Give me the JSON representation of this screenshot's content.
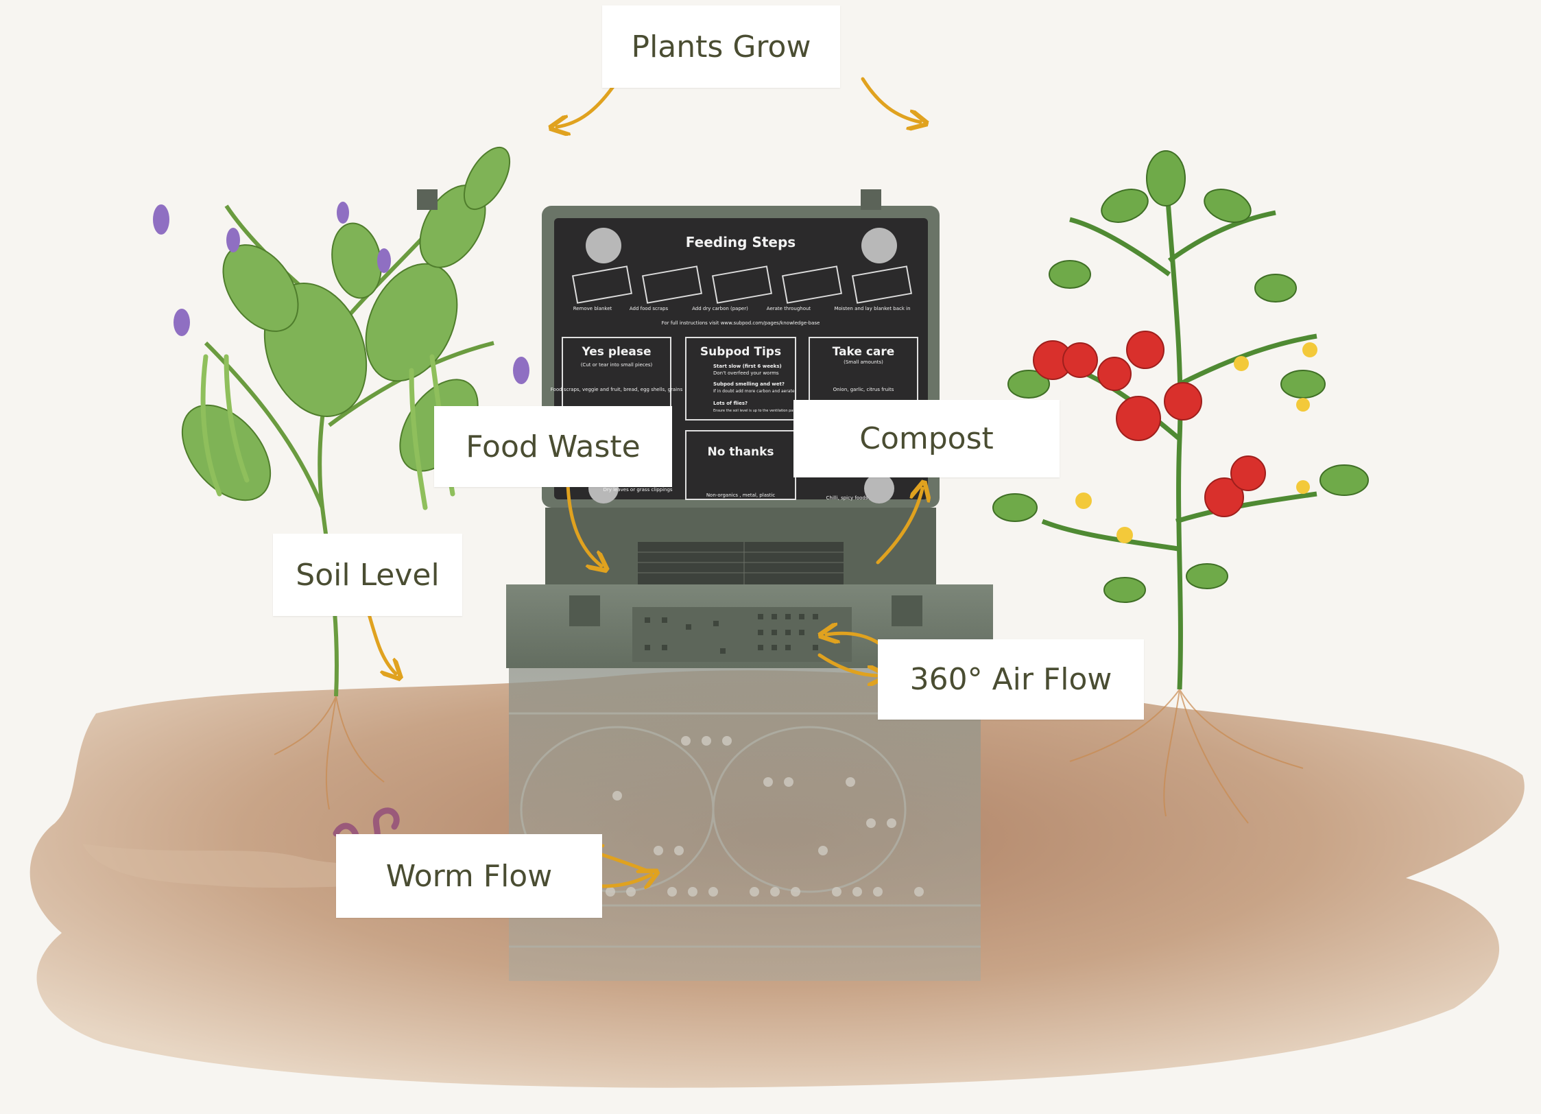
{
  "labels": {
    "plants_grow": "Plants Grow",
    "food_waste": "Food Waste",
    "compost": "Compost",
    "soil_level": "Soil Level",
    "air_flow": "360° Air Flow",
    "worm_flow": "Worm Flow"
  },
  "lid": {
    "feeding_steps": "Feeding Steps",
    "steps": [
      "Remove blanket",
      "Add food scraps",
      "Add dry carbon (paper)",
      "Aerate throughout",
      "Moisten and lay blanket back in"
    ],
    "instructions": "For full instructions visit www.subpod.com/pages/knowledge-base",
    "yes_please": "Yes please",
    "yes_please_sub": "(Cut or tear into small pieces)",
    "yes_please_items": "Food scraps, veggie and fruit, bread, egg shells, grains",
    "subpod_tips": "Subpod Tips",
    "tip_1_title": "Start slow (first 6 weeks)",
    "tip_1_text": "Don't overfeed your worms",
    "tip_2_title": "Subpod smelling and wet?",
    "tip_2_text": "If in doubt add more carbon and aerate",
    "tip_3_title": "Lots of flies?",
    "tip_3_text": "Ensure the soil level is up to the ventilation panels",
    "take_care": "Take care",
    "take_care_sub": "(Small amounts)",
    "take_care_items": "Onion, garlic, citrus fruits",
    "no_thanks": "No thanks",
    "no_thanks_items": "Non-organics , metal, plastic",
    "dry_leaves": "Dry leaves or grass clippings",
    "chilli": "Chilli, spicy foods"
  },
  "colors": {
    "arrow": "#e0a21f",
    "label_text": "#4a4d32",
    "bin": "#6f7a6c",
    "lid_panel": "#2b2a2b",
    "soil": "#b98f6e",
    "leaf": "#7fb356",
    "tomato": "#d9302c",
    "flower_purple": "#8f6fc2",
    "worm": "#9a5a7a"
  }
}
